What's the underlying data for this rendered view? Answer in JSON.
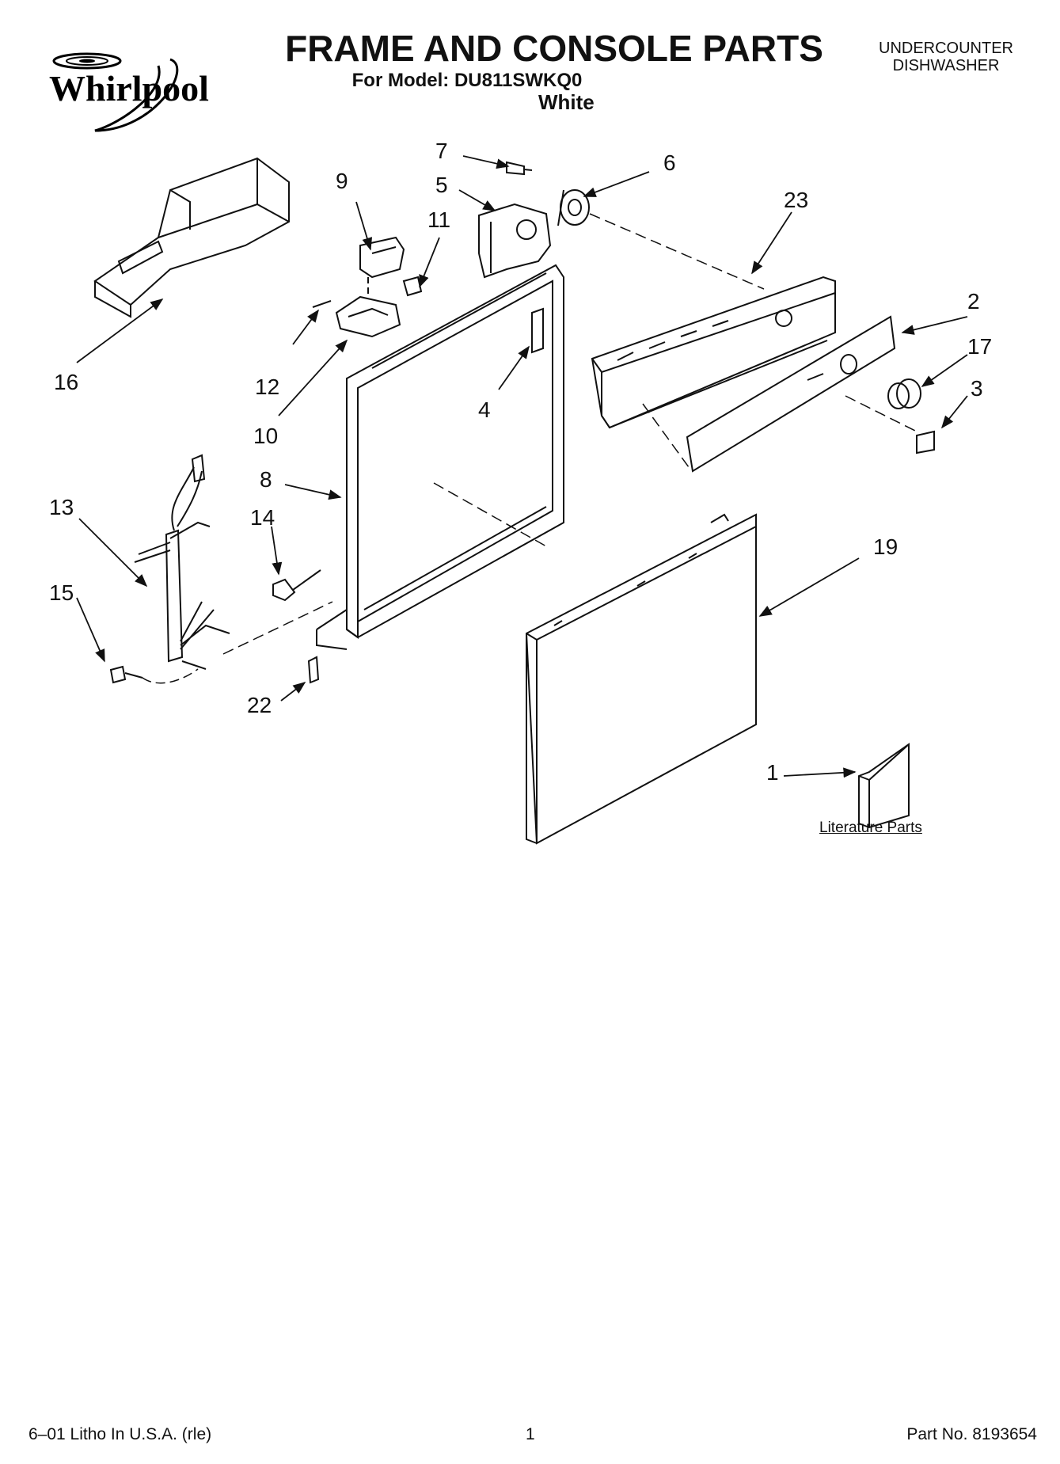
{
  "header": {
    "brand": "Whirlpool",
    "title": "FRAME AND CONSOLE PARTS",
    "model_line": "For Model: DU811SWKQ0",
    "color": "White",
    "appliance_line1": "UNDERCOUNTER",
    "appliance_line2": "DISHWASHER"
  },
  "callouts": {
    "c1": "1",
    "c2": "2",
    "c3": "3",
    "c4": "4",
    "c5": "5",
    "c6": "6",
    "c7": "7",
    "c8": "8",
    "c9": "9",
    "c10": "10",
    "c11": "11",
    "c12": "12",
    "c13": "13",
    "c14": "14",
    "c15": "15",
    "c16": "16",
    "c17": "17",
    "c19": "19",
    "c22": "22",
    "c23": "23"
  },
  "literature_label": "Literature Parts",
  "footer": {
    "left": "6–01 Litho In U.S.A. (rle)",
    "page": "1",
    "part_no": "Part No. 8193654"
  }
}
